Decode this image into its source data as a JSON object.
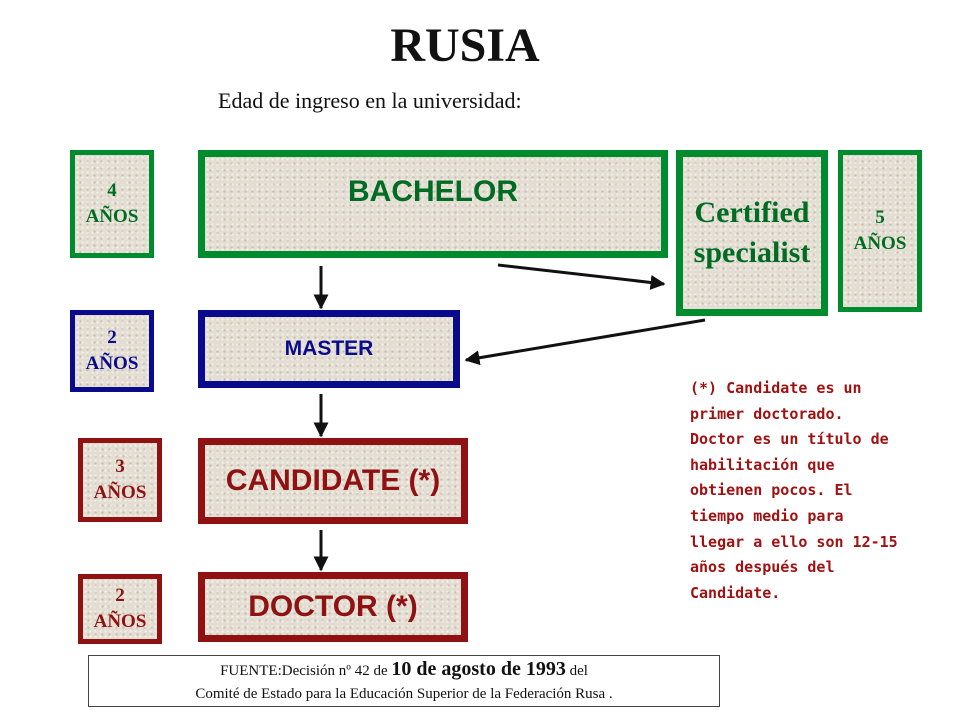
{
  "title": "RUSIA",
  "subtitle": "Edad de ingreso en la universidad:",
  "durations": {
    "bachelor": {
      "num": "4",
      "unit": "AÑOS"
    },
    "specialist": {
      "num": "5",
      "unit": "AÑOS"
    },
    "master": {
      "num": "2",
      "unit": "AÑOS"
    },
    "candidate": {
      "num": "3",
      "unit": "AÑOS"
    },
    "doctor": {
      "num": "2",
      "unit": "AÑOS"
    }
  },
  "stages": {
    "bachelor": "BACHELOR",
    "certified_line1": "Certified",
    "certified_line2": "specialist",
    "master": "MASTER",
    "candidate": "CANDIDATE (*)",
    "doctor": "DOCTOR (*)"
  },
  "note_lines": [
    "(*) Candidate es un",
    "primer doctorado.",
    "Doctor es un título de",
    "habilitación que",
    "obtienen pocos. El",
    "tiempo medio para",
    "llegar a ello son 12-15",
    "años después del",
    "Candidate."
  ],
  "source": {
    "prefix": "FUENTE:Decisión nº 42 de ",
    "date": "10 de agosto de 1993",
    "suffix": " del",
    "line2": "Comité de Estado para la Educación Superior de la Federación Rusa ."
  },
  "colors": {
    "green": "#008c2e",
    "blue": "#0a0a8c",
    "red": "#8f1111",
    "stone": "#e3ddd2"
  }
}
